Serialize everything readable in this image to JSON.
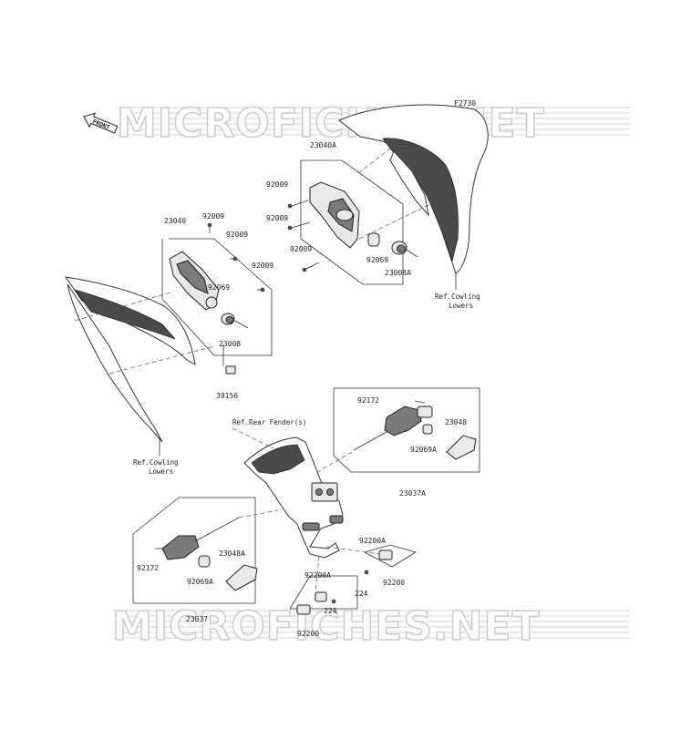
{
  "diagram_id": "F2730",
  "front_label": "FRONT",
  "watermark": "MICROFICHES.NET",
  "parts": {
    "p23040": "23040",
    "p23040A": "23040A",
    "p92009": "92009",
    "p92069": "92069",
    "p23008": "23008",
    "p23008A": "23008A",
    "p39156": "39156",
    "p92172": "92172",
    "p23048": "23048",
    "p23048A": "23048A",
    "p92069A": "92069A",
    "p23037A": "23037A",
    "p23037": "23037",
    "p92200A": "92200A",
    "p92200": "92200",
    "p224": "224"
  },
  "refs": {
    "cowling_1": "Ref.Cowling",
    "lowers_1": "Lowers",
    "cowling_2": "Ref.Cowling",
    "lowers_2": "Lowers",
    "rear_fender": "Ref.Rear Fender(s)"
  }
}
